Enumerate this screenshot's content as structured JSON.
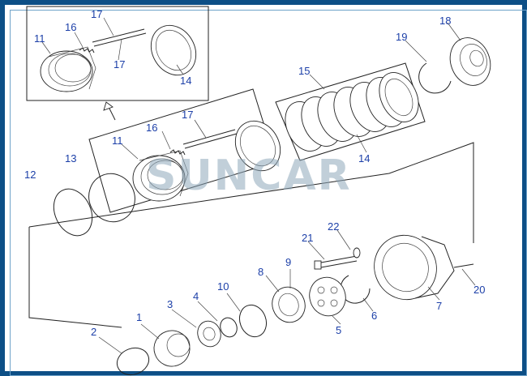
{
  "watermark": "SUNCAR",
  "colors": {
    "frame": "#0d4f86",
    "callout": "#1c3fa8",
    "watermark": "#8fa9bb"
  },
  "callouts": {
    "c1": "1",
    "c2": "2",
    "c3": "3",
    "c4": "4",
    "c5": "5",
    "c6": "6",
    "c7": "7",
    "c8": "8",
    "c9": "9",
    "c10": "10",
    "c11a": "11",
    "c11b": "11",
    "c12": "12",
    "c13": "13",
    "c14a": "14",
    "c14b": "14",
    "c15": "15",
    "c16a": "16",
    "c16b": "16",
    "c17a": "17",
    "c17b": "17",
    "c17c": "17",
    "c18": "18",
    "c19": "19",
    "c20": "20",
    "c21": "21",
    "c22": "22"
  }
}
